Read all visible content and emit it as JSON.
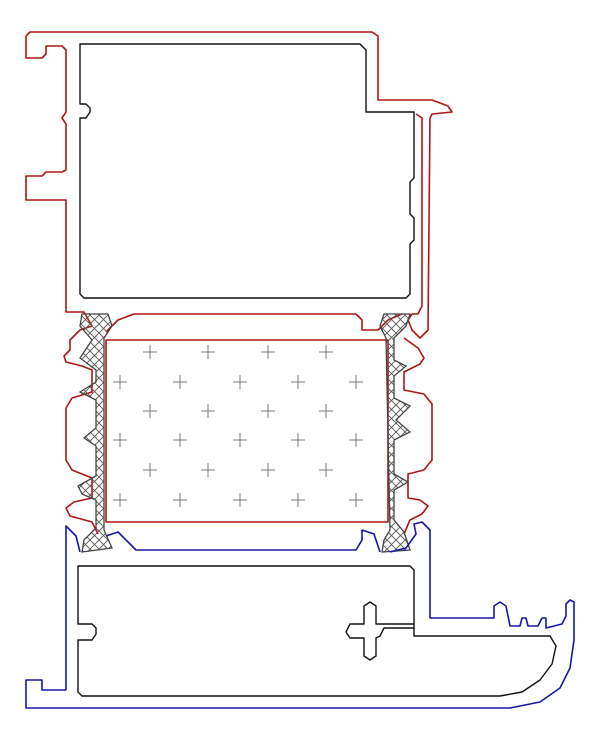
{
  "colors": {
    "upper_profile": "#b01515",
    "lower_profile": "#1616a8",
    "chamber": "#111111",
    "insulation_marker": "#7a7a7a",
    "thermal_break_hatch": "#555555",
    "background": "#ffffff"
  },
  "parts": [
    {
      "name": "upper-aluminium-profile",
      "color_key": "upper_profile"
    },
    {
      "name": "lower-aluminium-profile",
      "color_key": "lower_profile"
    },
    {
      "name": "left-thermal-break",
      "color_key": "thermal_break_hatch"
    },
    {
      "name": "right-thermal-break",
      "color_key": "thermal_break_hatch"
    },
    {
      "name": "insulation-core",
      "color_key": "insulation_marker"
    }
  ]
}
